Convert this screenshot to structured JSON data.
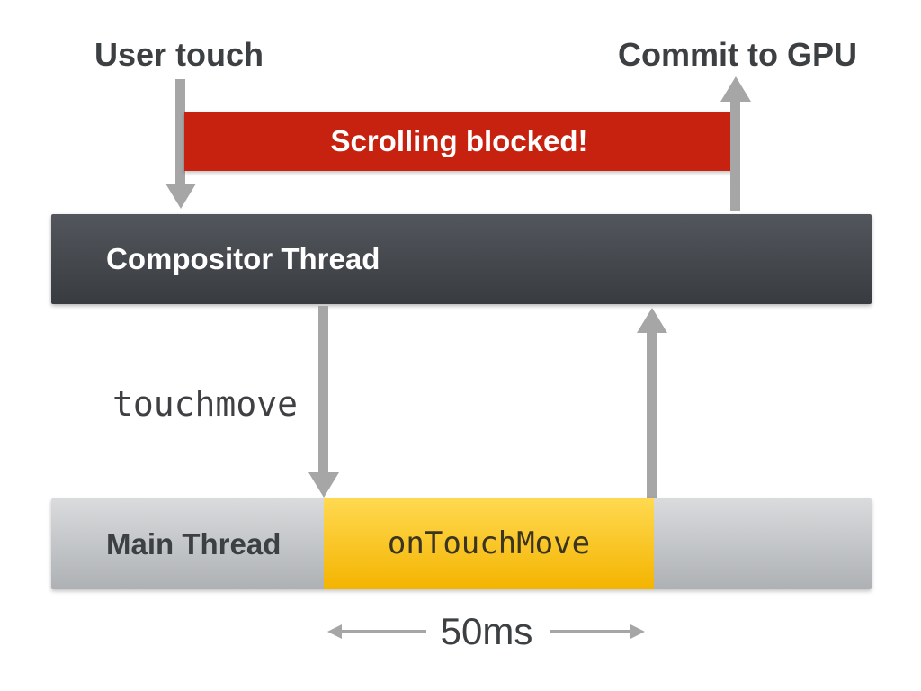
{
  "diagram": {
    "user_touch_label": "User touch",
    "commit_label": "Commit to GPU",
    "banner_text": "Scrolling blocked!",
    "compositor_label": "Compositor Thread",
    "event_label": "touchmove",
    "main_thread_label": "Main Thread",
    "handler_label": "onTouchMove",
    "duration_label": "50ms"
  },
  "colors": {
    "banner_red": "#c6220f",
    "handler_yellow_top": "#ffd951",
    "handler_yellow_bottom": "#f4b400",
    "compositor_top": "#53575d",
    "compositor_bottom": "#383b3f",
    "main_bar_top": "#d9dbdd",
    "main_bar_bottom": "#aeb1b4",
    "arrow_gray": "#a6a6a6",
    "text_dark": "#3c4043",
    "banner_text": "#ffffff"
  }
}
